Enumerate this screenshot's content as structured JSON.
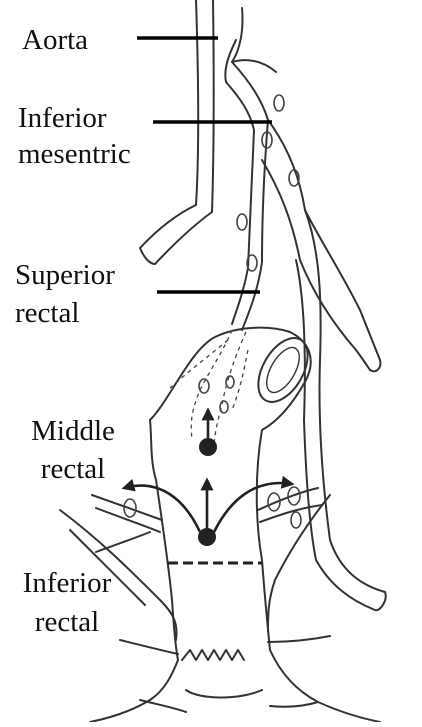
{
  "labels": {
    "aorta": "Aorta",
    "inferior_mesentric_line1": "Inferior",
    "inferior_mesentric_line2": "mesentric",
    "superior_rectal_line1": "Superior",
    "superior_rectal_line2": "rectal",
    "middle_rectal_line1": "Middle",
    "middle_rectal_line2": "rectal",
    "inferior_rectal_line1": "Inferior",
    "inferior_rectal_line2": "rectal"
  },
  "colors": {
    "ink": "#333333",
    "leader": "#000000",
    "background": "#ffffff"
  }
}
